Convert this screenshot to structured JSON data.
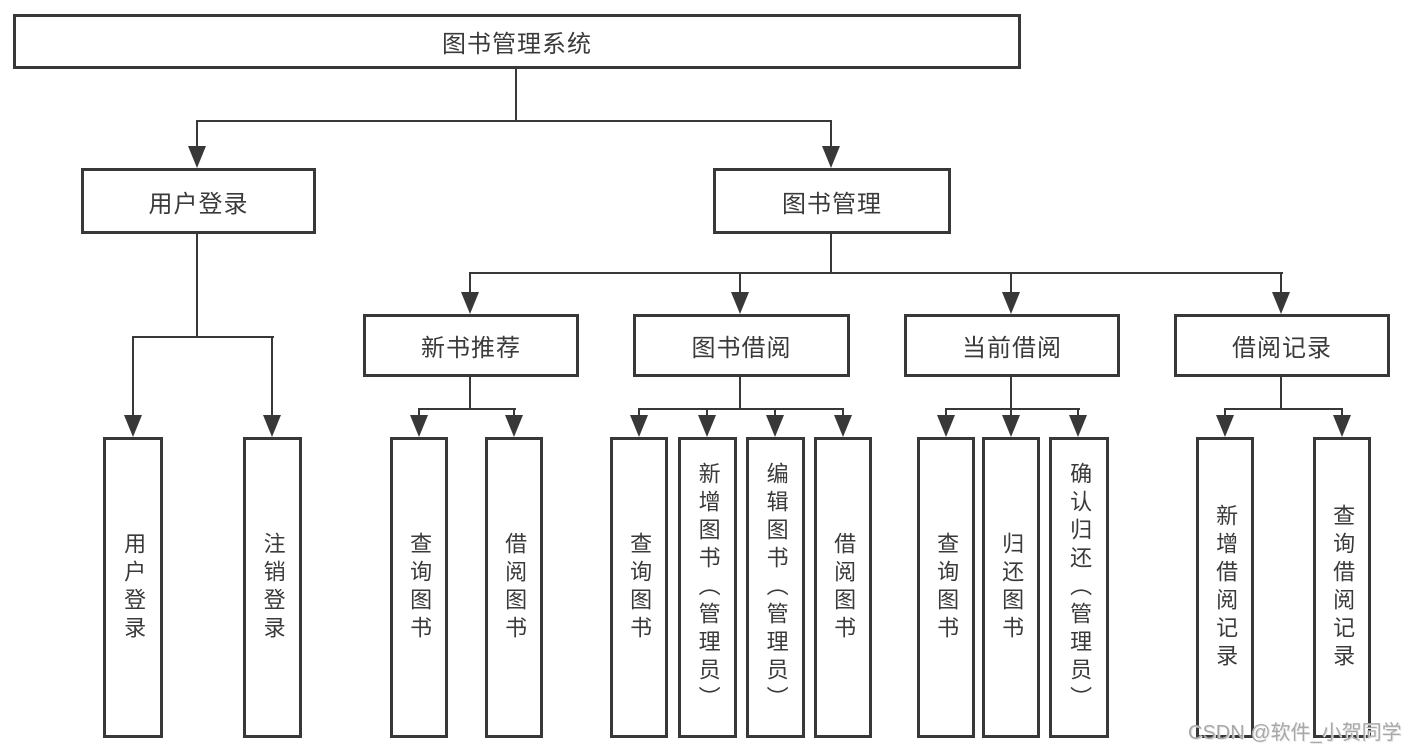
{
  "diagram_type": "hierarchy-tree",
  "tree": {
    "label": "图书管理系统",
    "children": [
      {
        "label": "用户登录",
        "children": [
          {
            "label": "用户登录"
          },
          {
            "label": "注销登录"
          }
        ]
      },
      {
        "label": "图书管理",
        "children": [
          {
            "label": "新书推荐",
            "children": [
              {
                "label": "查询图书"
              },
              {
                "label": "借阅图书"
              }
            ]
          },
          {
            "label": "图书借阅",
            "children": [
              {
                "label": "查询图书"
              },
              {
                "label": "新增图书（管理员）"
              },
              {
                "label": "编辑图书（管理员）"
              },
              {
                "label": "借阅图书"
              }
            ]
          },
          {
            "label": "当前借阅",
            "children": [
              {
                "label": "查询图书"
              },
              {
                "label": "归还图书"
              },
              {
                "label": "确认归还（管理员）"
              }
            ]
          },
          {
            "label": "借阅记录",
            "children": [
              {
                "label": "新增借阅记录"
              },
              {
                "label": "查询借阅记录"
              }
            ]
          }
        ]
      }
    ]
  },
  "watermark": {
    "text": "CSDN @软件_小贺同学"
  },
  "colors": {
    "line": "#383838",
    "box_border": "#383838",
    "text": "#3a3a3a",
    "watermark": "#a8a8a8",
    "background": "#ffffff"
  }
}
